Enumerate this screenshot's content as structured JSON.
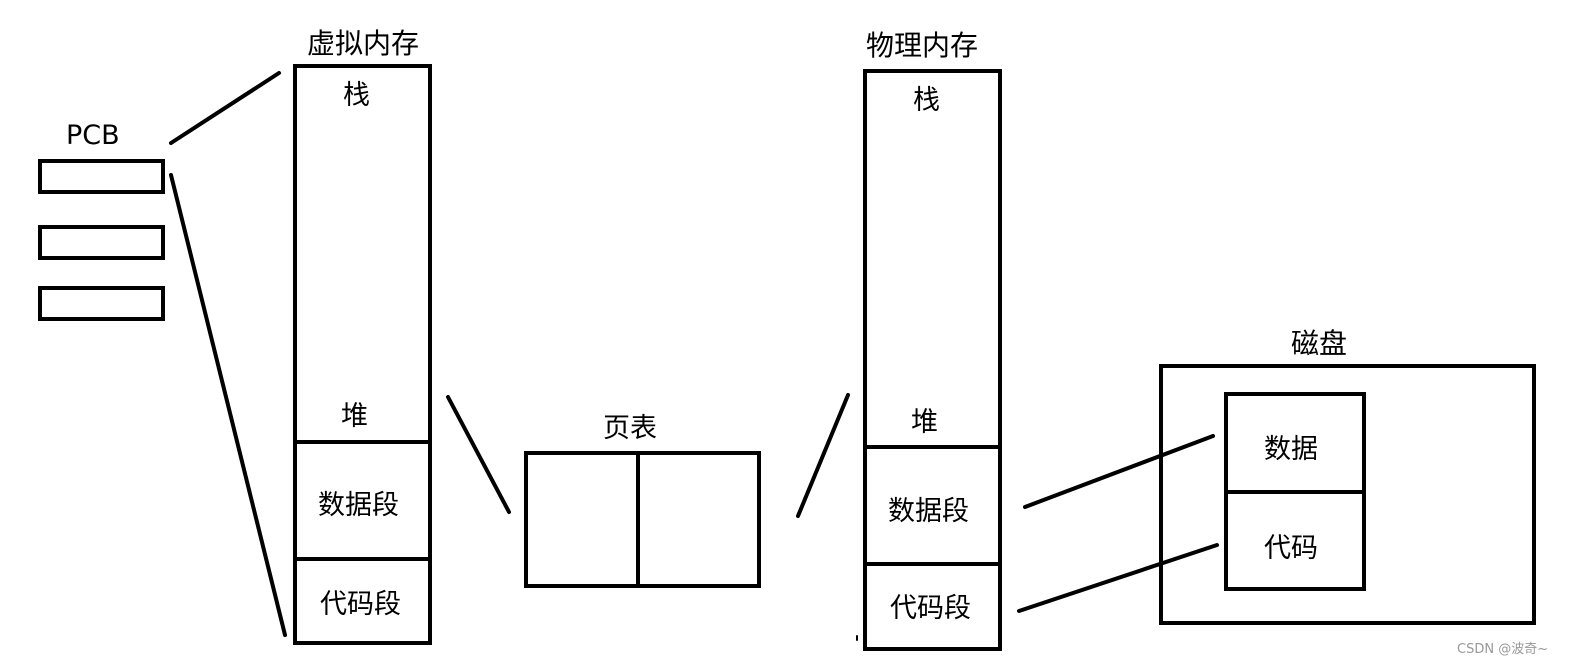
{
  "pcb": {
    "title": "PCB"
  },
  "virtual_memory": {
    "title": "虚拟内存",
    "stack": "栈",
    "heap": "堆",
    "data_segment": "数据段",
    "code_segment": "代码段"
  },
  "page_table": {
    "title": "页表"
  },
  "physical_memory": {
    "title": "物理内存",
    "stack": "栈",
    "heap": "堆",
    "data_segment": "数据段",
    "code_segment": "代码段"
  },
  "disk": {
    "title": "磁盘",
    "data": "数据",
    "code": "代码"
  },
  "watermark": "CSDN @波奇~"
}
